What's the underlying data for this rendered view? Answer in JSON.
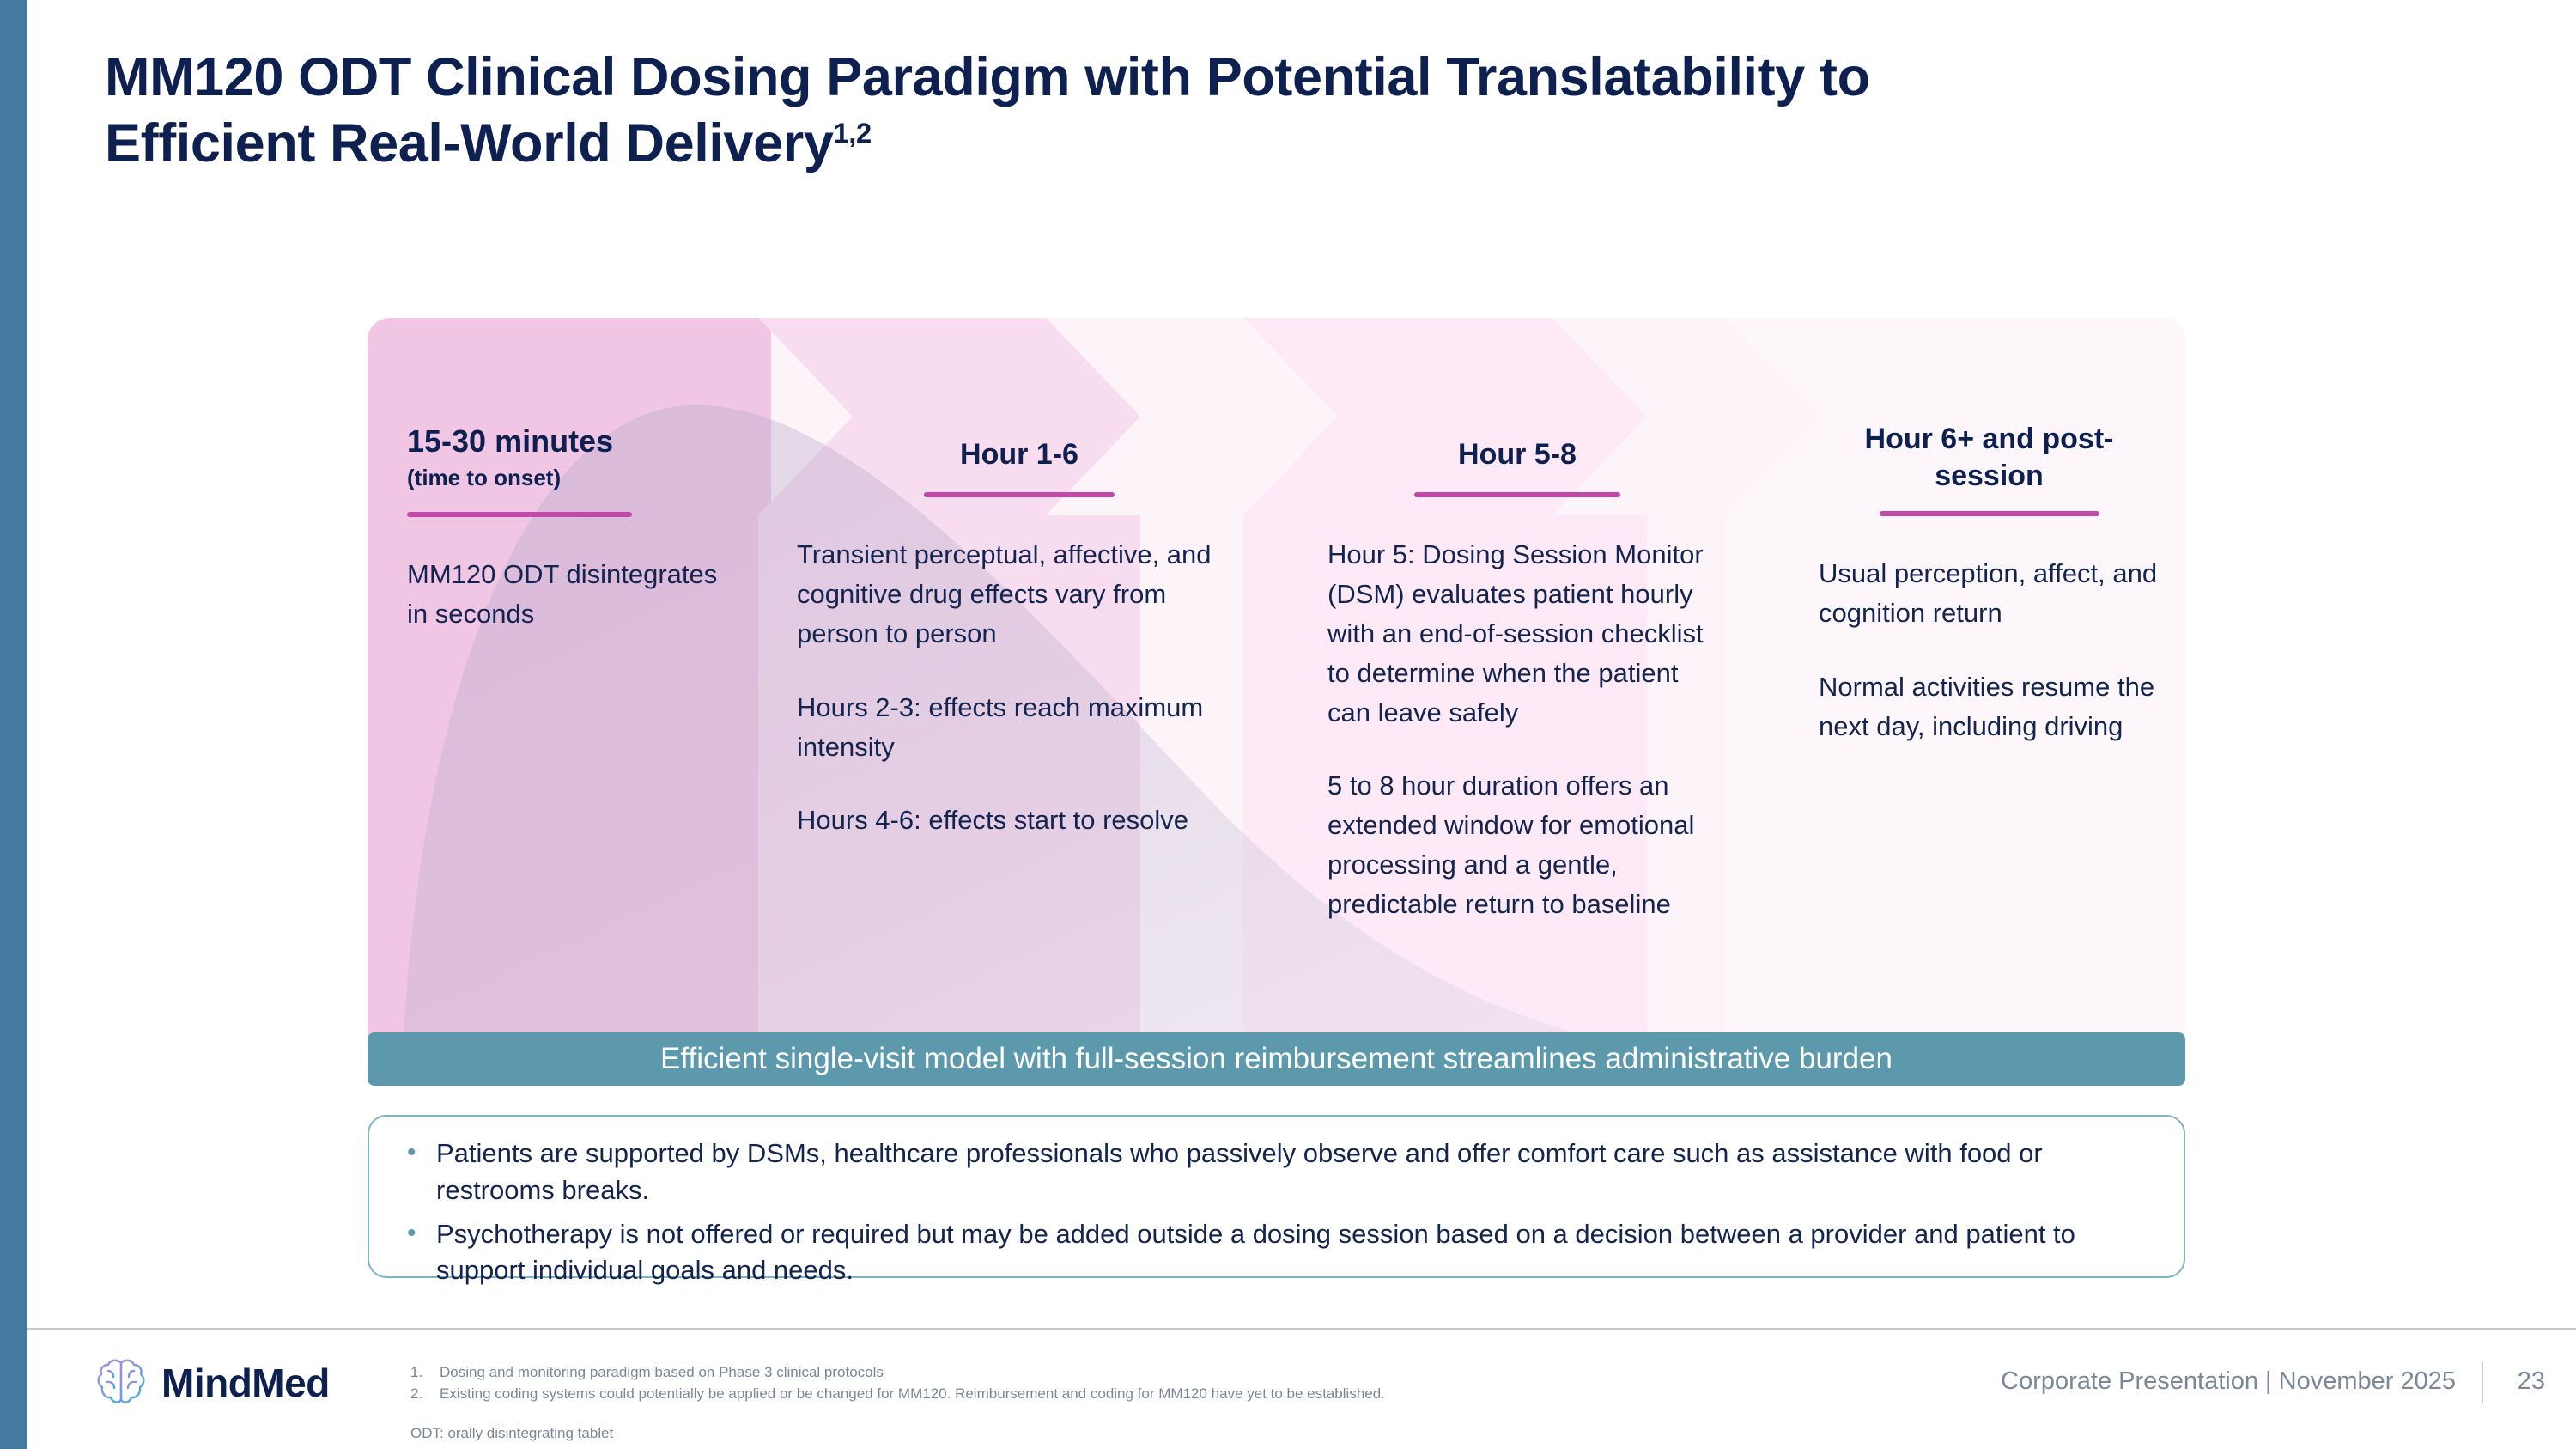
{
  "theme": {
    "accent_bar_color": "#46799f",
    "title_color": "#0d2050",
    "rule_color": "#c14aa8",
    "banner_color": "#5d99ad",
    "bullet_box_border": "#7fb4c4",
    "band_colors": [
      "#f0c6e4",
      "#f8dcef",
      "#fdeaf6",
      "#fdf7fb"
    ]
  },
  "title": {
    "line1": "MM120 ODT Clinical Dosing Paradigm with Potential Translatability to",
    "line2": "Efficient Real-World Delivery",
    "superscript": "1,2"
  },
  "diagram": {
    "columns": [
      {
        "heading": "15-30 minutes",
        "subheading": "(time to onset)",
        "paragraphs": [
          "MM120 ODT disintegrates in seconds"
        ]
      },
      {
        "heading": "Hour 1-6",
        "subheading": "",
        "paragraphs": [
          "Transient perceptual, affective, and cognitive drug effects vary from person to person",
          "Hours 2-3: effects reach maximum intensity",
          "Hours 4-6: effects start to resolve"
        ]
      },
      {
        "heading": "Hour 5-8",
        "subheading": "",
        "paragraphs": [
          "Hour 5: Dosing Session Monitor (DSM) evaluates patient hourly with an end-of-session checklist to determine when the patient can leave safely",
          "5 to 8 hour duration offers an extended window for emotional processing and a gentle, predictable return to baseline"
        ]
      },
      {
        "heading": "Hour 6+ and post-session",
        "subheading": "",
        "paragraphs": [
          "Usual perception, affect, and cognition return",
          "Normal activities resume the next day, including driving"
        ]
      }
    ]
  },
  "banner": {
    "text": "Efficient single-visit model with full-session reimbursement streamlines administrative burden"
  },
  "bullets": {
    "items": [
      "Patients are supported by DSMs, healthcare professionals who passively observe and offer comfort care such as assistance with food or restrooms breaks.",
      "Psychotherapy is not offered or required but may be added outside a dosing session based on a decision between a provider and patient to support individual goals and needs."
    ],
    "marker": "•"
  },
  "footer": {
    "logo_text": "MindMed",
    "logo_icon": "brain-icon",
    "footnotes": [
      {
        "num": "1.",
        "text": "Dosing and monitoring paradigm based on Phase 3 clinical protocols"
      },
      {
        "num": "2.",
        "text": "Existing coding systems could potentially be applied or be changed for MM120. Reimbursement and coding for MM120 have yet to be established."
      }
    ],
    "abbreviation": "ODT: orally disintegrating tablet",
    "presentation_label": "Corporate Presentation | November 2025",
    "page_number": "23"
  }
}
